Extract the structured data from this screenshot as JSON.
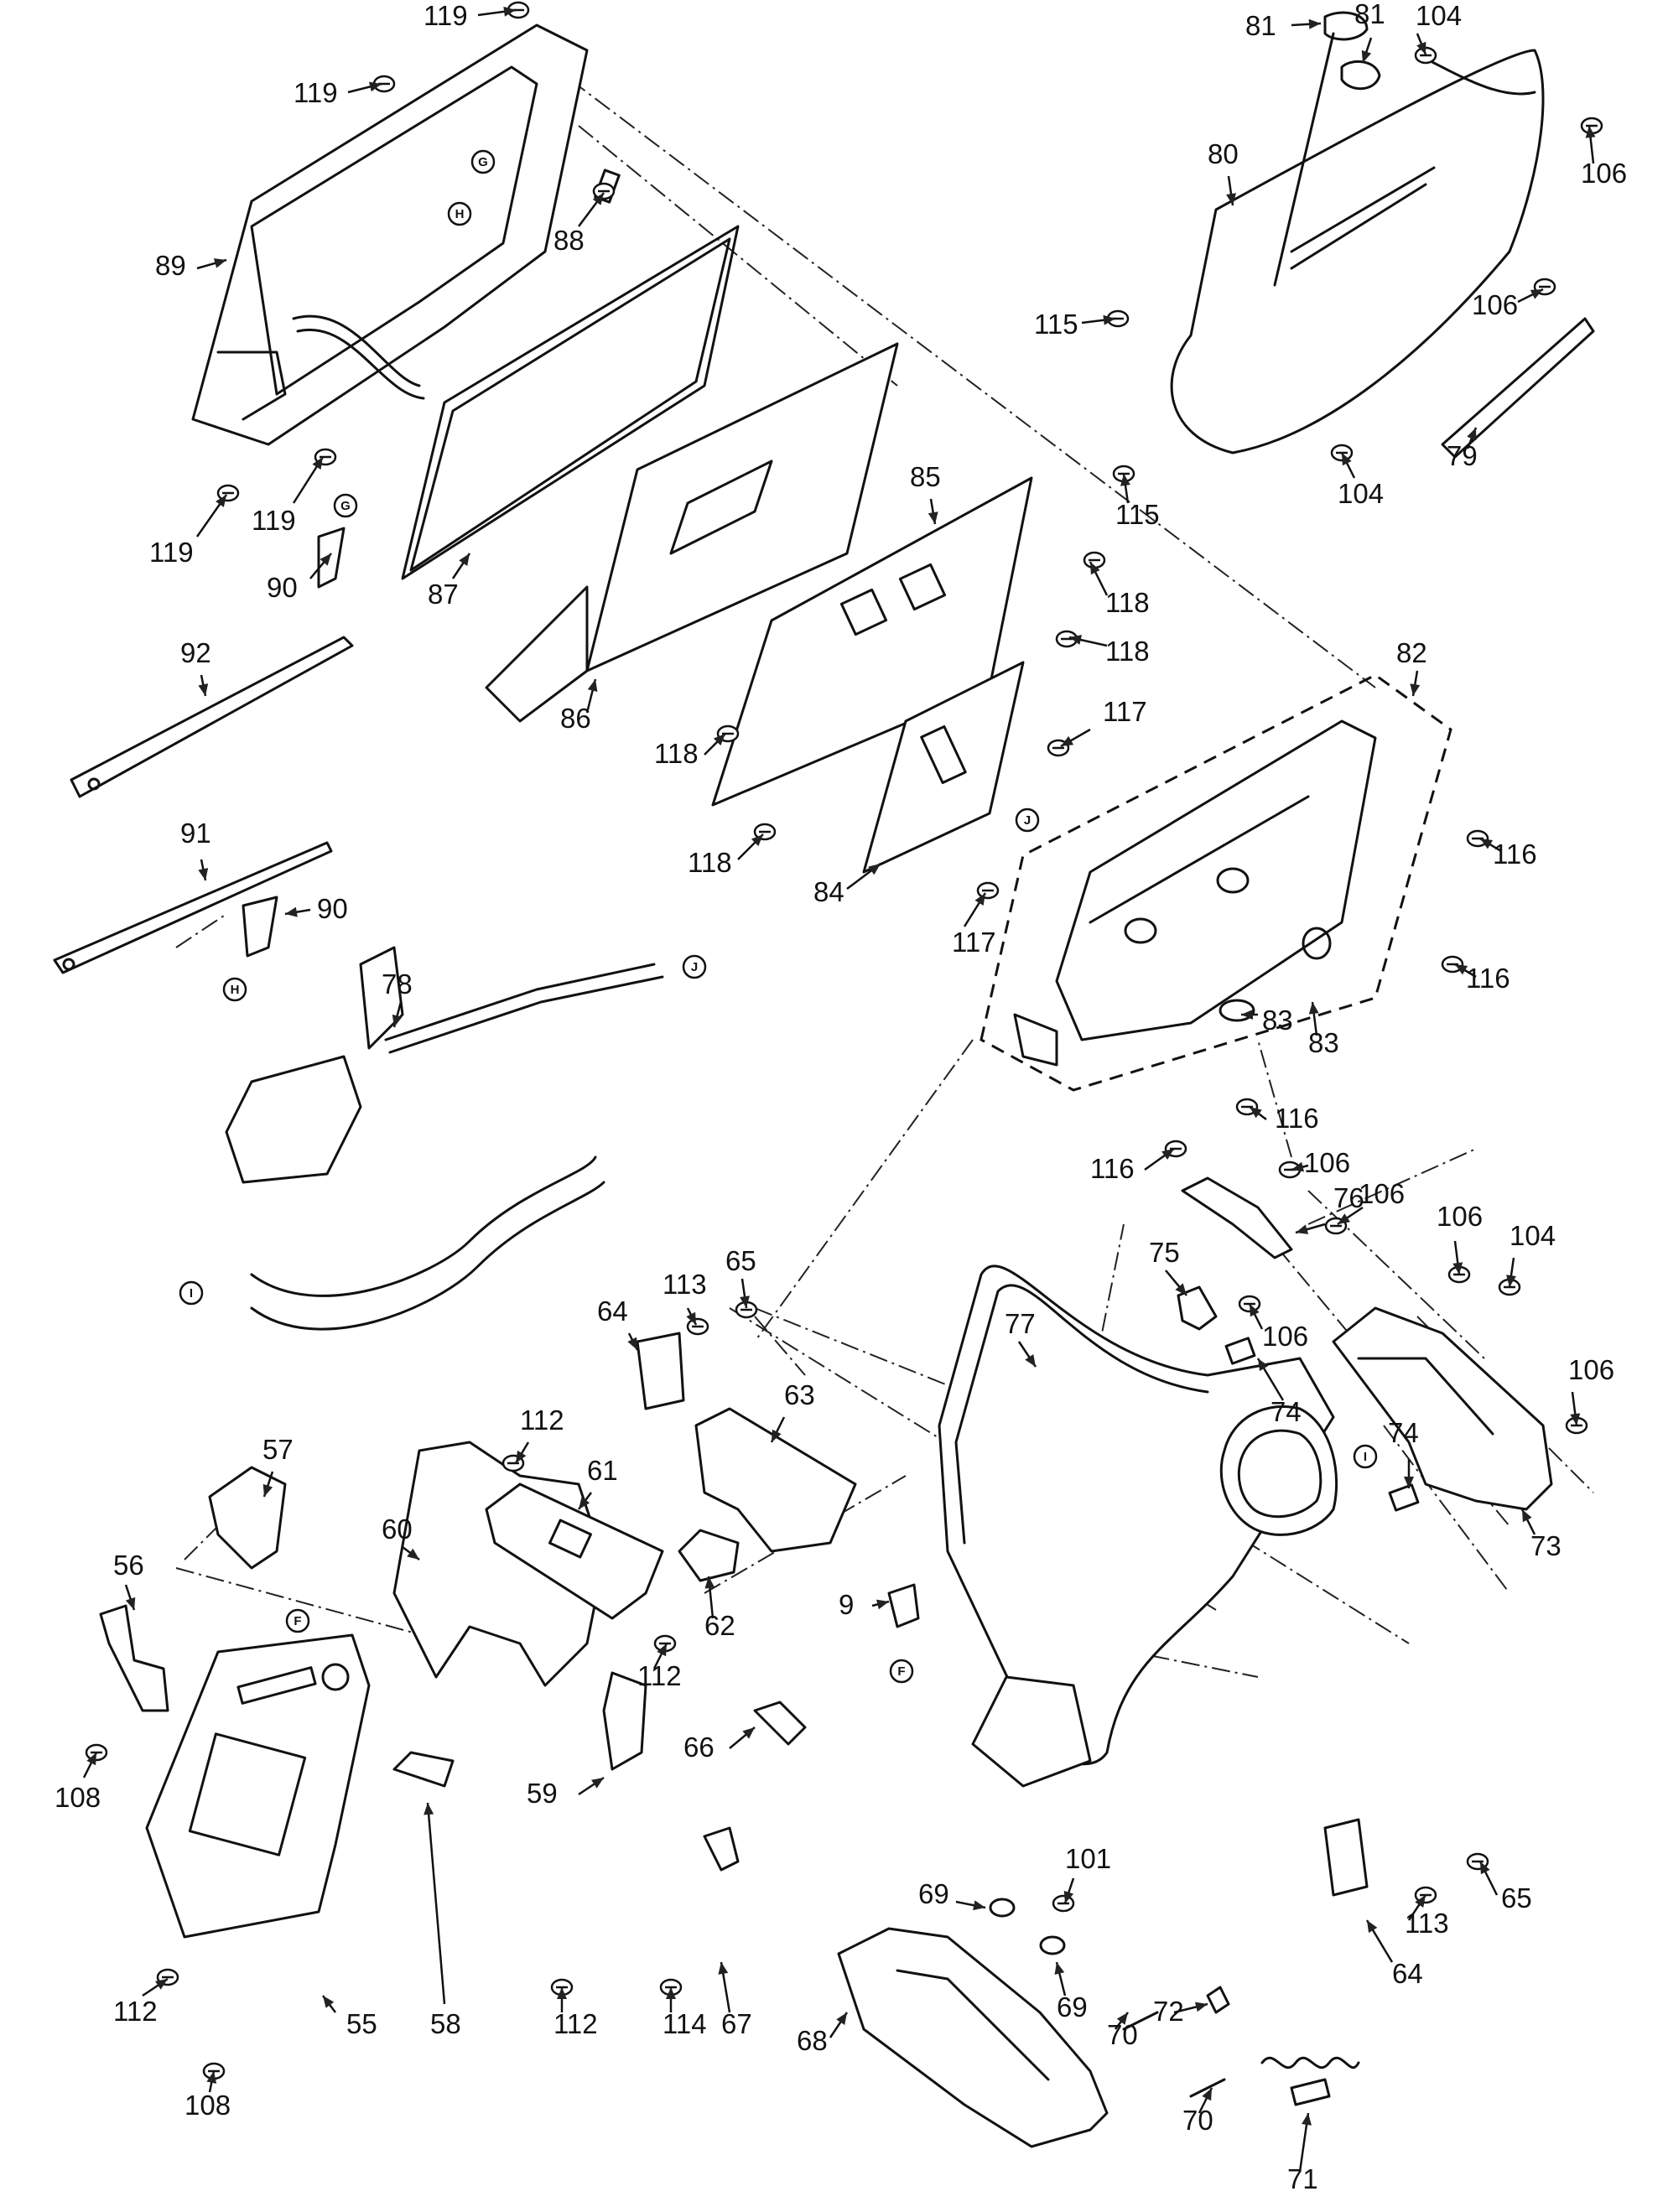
{
  "diagram": {
    "refs": [
      "F",
      "G",
      "H",
      "I",
      "J"
    ],
    "parts": [
      "9",
      "55",
      "56",
      "57",
      "58",
      "59",
      "60",
      "61",
      "62",
      "63",
      "64",
      "65",
      "66",
      "67",
      "68",
      "69",
      "70",
      "71",
      "72",
      "73",
      "74",
      "75",
      "76",
      "77",
      "78",
      "79",
      "80",
      "81",
      "82",
      "83",
      "84",
      "85",
      "86",
      "87",
      "88",
      "89",
      "90",
      "91",
      "92",
      "101",
      "104",
      "106",
      "108",
      "112",
      "113",
      "114",
      "115",
      "116",
      "117",
      "118",
      "119"
    ]
  }
}
